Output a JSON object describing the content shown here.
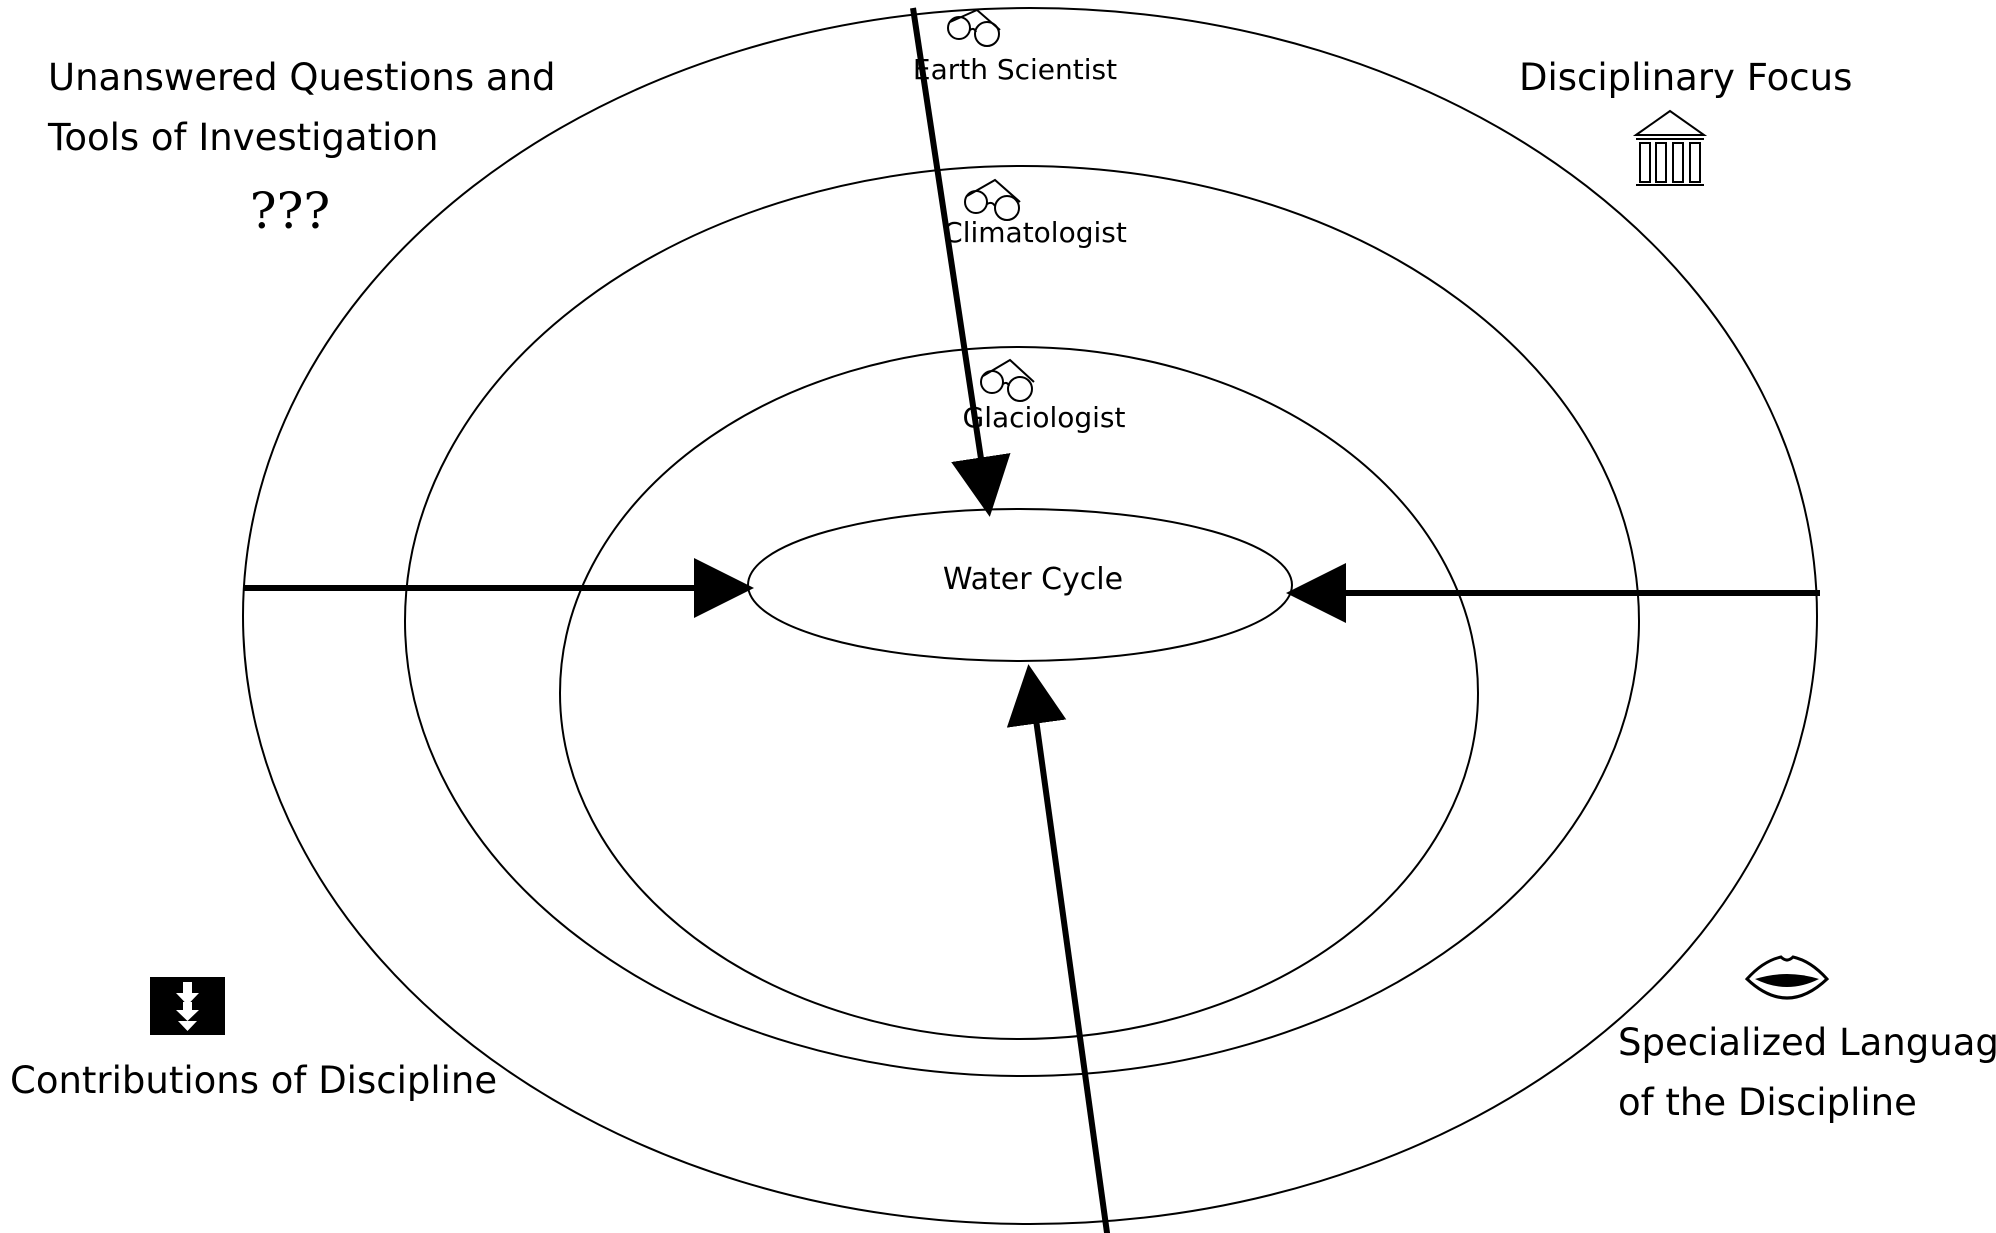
{
  "center_topic": "Water Cycle",
  "lenses": [
    {
      "label": "Earth Scientist",
      "icon": "glasses-icon"
    },
    {
      "label": "Climatologist",
      "icon": "glasses-icon"
    },
    {
      "label": "Glaciologist",
      "icon": "glasses-icon"
    }
  ],
  "corners": {
    "top_left": {
      "lines": [
        "Unanswered Questions and",
        "Tools of Investigation"
      ],
      "icon": "question-marks-icon",
      "icon_text": "???"
    },
    "top_right": {
      "lines": [
        "Disciplinary Focus"
      ],
      "icon": "columns-building-icon"
    },
    "bottom_left": {
      "lines": [
        "Contributions of Discipline"
      ],
      "icon": "down-arrows-box-icon"
    },
    "bottom_right": {
      "lines": [
        "Specialized Language",
        "of the Discipline"
      ],
      "icon": "lips-icon"
    }
  },
  "colors": {
    "stroke": "#000000",
    "background": "#ffffff"
  }
}
